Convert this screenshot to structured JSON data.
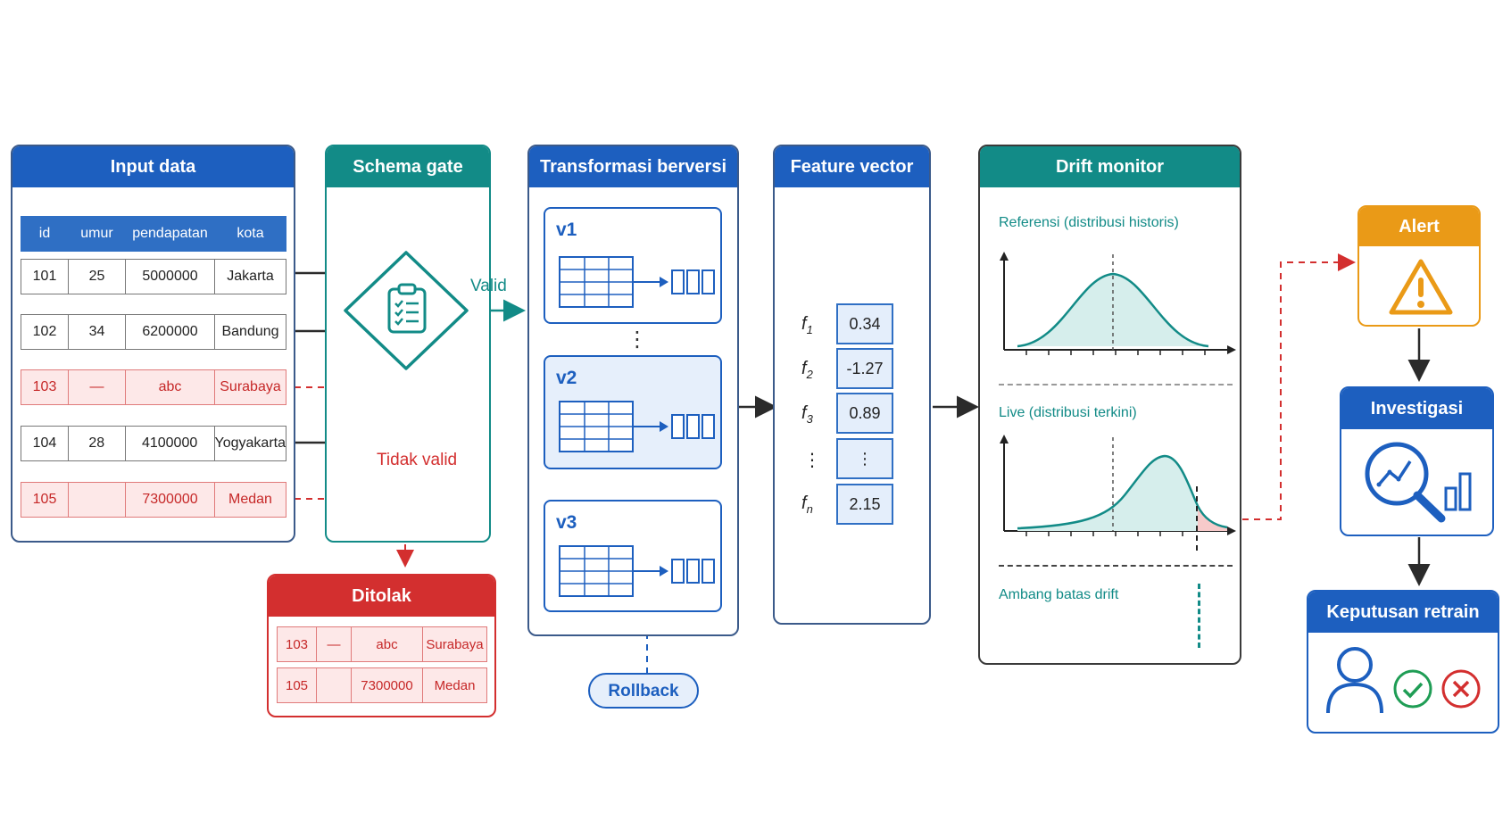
{
  "input": {
    "title": "Input data",
    "headers": [
      "id",
      "umur",
      "pendapatan",
      "kota"
    ],
    "rows": [
      [
        "101",
        "25",
        "5000000",
        "Jakarta"
      ],
      [
        "102",
        "34",
        "6200000",
        "Bandung"
      ],
      [
        "103",
        "—",
        "abc",
        "Surabaya"
      ],
      [
        "104",
        "28",
        "4100000",
        "Yogyakarta"
      ],
      [
        "105",
        "",
        "7300000",
        "Medan"
      ]
    ]
  },
  "schema": {
    "title": "Schema gate",
    "valid_label": "Valid",
    "invalid_label": "Tidak valid"
  },
  "rejected": {
    "title": "Ditolak",
    "rows": [
      [
        "103",
        "—",
        "abc",
        "Surabaya"
      ],
      [
        "105",
        "",
        "7300000",
        "Medan"
      ]
    ]
  },
  "transform": {
    "title": "Transformasi berversi",
    "versions": [
      "v1",
      "v2",
      "v3"
    ],
    "ellipsis": "⋮",
    "rollback": "Rollback"
  },
  "feature": {
    "title": "Feature vector",
    "labels": [
      {
        "base": "f",
        "sub": "1"
      },
      {
        "base": "f",
        "sub": "2"
      },
      {
        "base": "f",
        "sub": "3"
      },
      {
        "base": "⋮",
        "sub": ""
      },
      {
        "base": "f",
        "sub": "n"
      }
    ],
    "values": [
      "0.34",
      "-1.27",
      "0.89",
      "⋮",
      "2.15"
    ]
  },
  "drift": {
    "title": "Drift monitor",
    "reference_label": "Referensi (distribusi historis)",
    "live_label": "Live (distribusi terkini)",
    "threshold_label": "Ambang batas drift"
  },
  "alert": {
    "title": "Alert"
  },
  "investigate": {
    "title": "Investigasi"
  },
  "retrain": {
    "title": "Keputusan retrain"
  },
  "colors": {
    "blue": "#1d5fbf",
    "teal": "#128b87",
    "red": "#d32f2f",
    "orange": "#ea9a17",
    "green": "#1f9d55"
  }
}
